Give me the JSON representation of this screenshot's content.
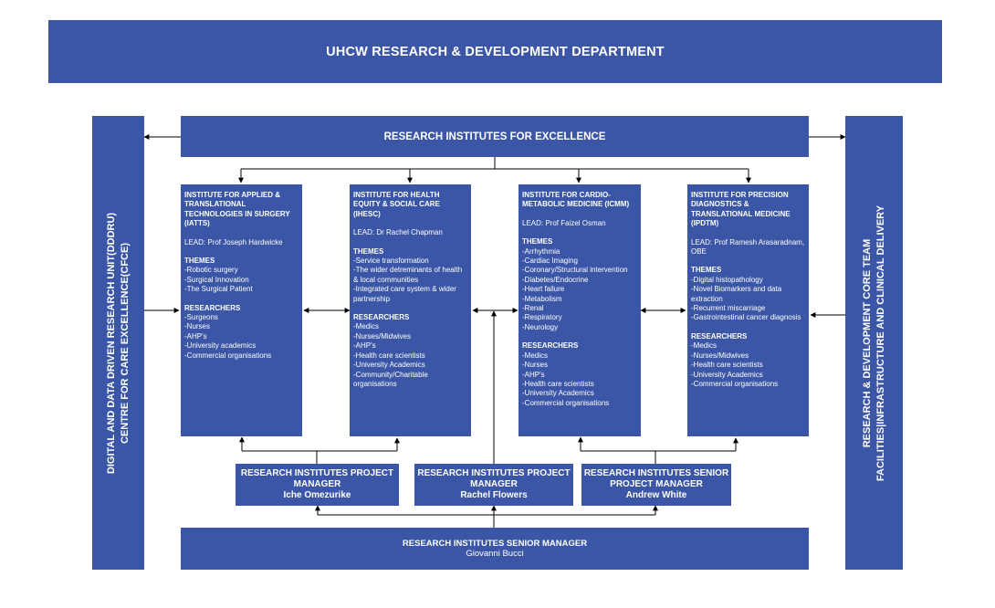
{
  "header": {
    "title": "UHCW RESEARCH & DEVELOPMENT DEPARTMENT"
  },
  "top_bar": {
    "title": "RESEARCH INSTITUTES FOR EXCELLENCE"
  },
  "left_bar": {
    "line1": "DIGITAL AND DATA DRIVEN RESEARCH UNIT(DDDRU)",
    "line2": "CENTRE FOR CARE EXCELLENCE(CFCE)"
  },
  "right_bar": {
    "line1": "RESEARCH & DEVELOPMENT CORE TEAM",
    "line2": "FACILITIES|INFRASTRUCTURE AND CLINICAL DELIVERY"
  },
  "institutes": [
    {
      "title": "INSTITUTE FOR APPLIED & TRANSLATIONAL TECHNOLOGIES IN SURGERY (IATTS)",
      "lead": "LEAD: Prof Joseph Hardwicke",
      "themes_label": "THEMES",
      "themes": [
        "-Robotic surgery",
        "-Surgical Innovation",
        "-The Surgical Patient"
      ],
      "researchers_label": "RESEARCHERS",
      "researchers": [
        "-Surgeons",
        "-Nurses",
        "-AHP's",
        "-University academics",
        "-Commercial organisations"
      ]
    },
    {
      "title": "INSTITUTE FOR HEALTH EQUITY & SOCIAL CARE (IHESC)",
      "lead": "LEAD: Dr Rachel Chapman",
      "themes_label": "THEMES",
      "themes": [
        "-Service transformation",
        "-The wider detreminants of health & local communities",
        "-Integrated care system & wider partnership"
      ],
      "researchers_label": "RESEARCHERS",
      "researchers": [
        "-Medics",
        "-Nurses/Midwives",
        "-AHP's",
        "-Health care scientists",
        "-University Academics",
        "-Community/Charitable organisations"
      ]
    },
    {
      "title": "INSTITUTE FOR CARDIO-METABOLIC MEDICINE (ICMM)",
      "lead": "LEAD: Prof Faizel Osman",
      "themes_label": "THEMES",
      "themes": [
        "-Arrhythmia",
        "-Cardiac Imaging",
        "-Coronary/Structural intervention",
        "-Diabetes/Endocrine",
        "-Heart failure",
        "-Metabolism",
        "-Renal",
        "-Respiratory",
        "-Neurology"
      ],
      "researchers_label": "RESEARCHERS",
      "researchers": [
        "-Medics",
        "-Nurses",
        "-AHP's",
        "-Health care scientists",
        "-University Academics",
        "-Commercial organisations"
      ]
    },
    {
      "title": "INSTITUTE FOR PRECISION DIAGNOSTICS & TRANSLATIONAL MEDICINE (IPDTM)",
      "lead": "LEAD: Prof Ramesh Arasaradnam, OBE",
      "themes_label": "THEMES",
      "themes": [
        "-Digital histopathology",
        "-Novel Biomarkers and data extraction",
        "-Recurrent miscarriage",
        "-Gastrointestinal cancer diagnosis"
      ],
      "researchers_label": "RESEARCHERS",
      "researchers": [
        "-Medics",
        "-Nurses/Midwives",
        "-Health care scientists",
        "-University Academics",
        "-Commercial organisations"
      ]
    }
  ],
  "project_managers": [
    {
      "title": "RESEARCH INSTITUTES PROJECT MANAGER",
      "name": "Iche Omezurike"
    },
    {
      "title": "RESEARCH INSTITUTES  PROJECT MANAGER",
      "name": "Rachel Flowers"
    },
    {
      "title": "RESEARCH INSTITUTES SENIOR PROJECT MANAGER",
      "name": "Andrew White"
    }
  ],
  "senior_manager": {
    "title": "RESEARCH INSTITUTES SENIOR MANAGER",
    "name": "Giovanni Bucci"
  },
  "colors": {
    "box": "#3B56A6",
    "text": "#FFFFFF",
    "line": "#000000"
  }
}
